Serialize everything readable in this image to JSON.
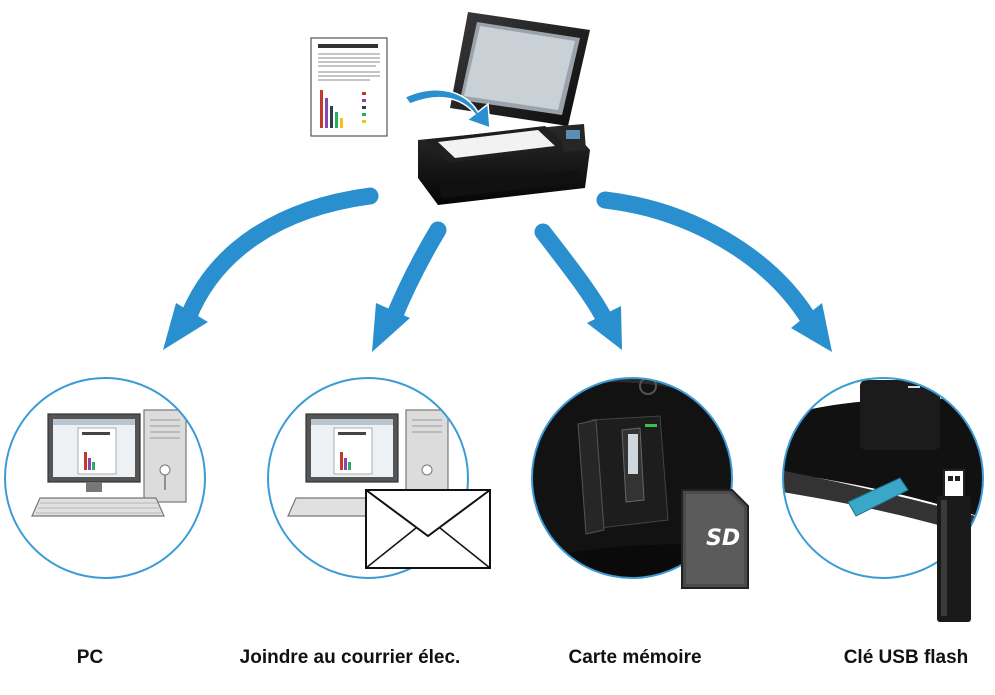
{
  "destinations": [
    {
      "id": "pc",
      "label": "PC"
    },
    {
      "id": "email",
      "label": "Joindre au courrier élec."
    },
    {
      "id": "memory-card",
      "label": "Carte mémoire"
    },
    {
      "id": "usb",
      "label": "Clé USB flash"
    }
  ],
  "colors": {
    "arrow": "#2a8fcf",
    "circle": "#3a9bd5",
    "printer": "#1a1a1a"
  },
  "icons": {
    "source": "printer-scanner-icon",
    "document": "document-icon",
    "pc": "desktop-computer-icon",
    "email": "envelope-icon",
    "memory-card": "sd-card-icon",
    "usb": "usb-flash-drive-icon"
  }
}
